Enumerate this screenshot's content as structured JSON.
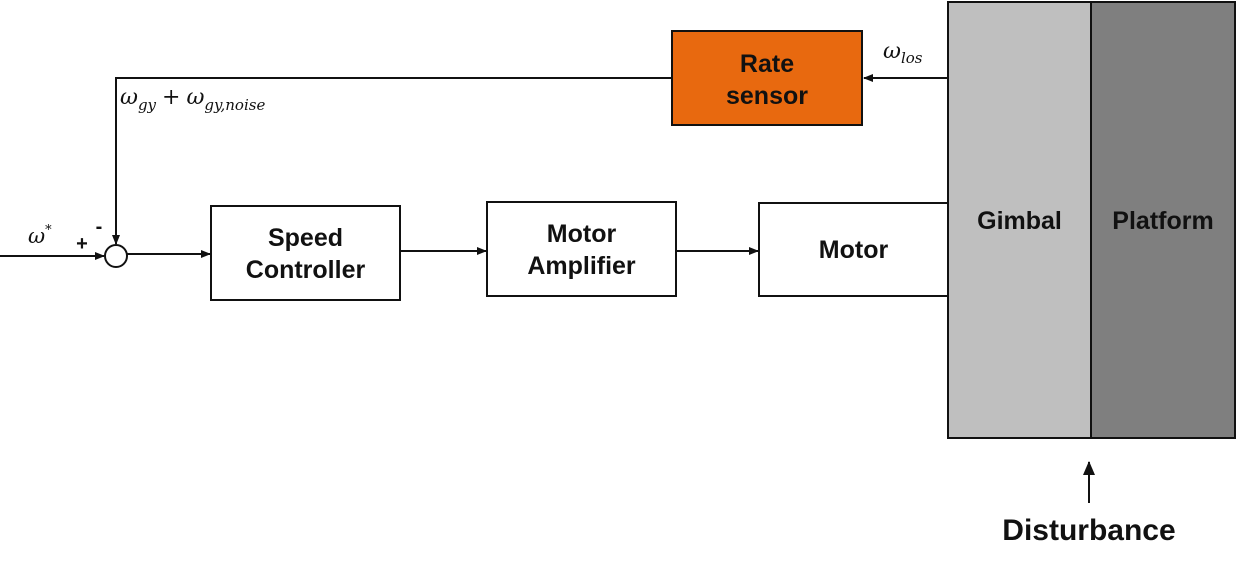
{
  "blocks": {
    "rate_sensor": {
      "line1": "Rate",
      "line2": "sensor",
      "fill": "#E8690F"
    },
    "speed_controller": {
      "line1": "Speed",
      "line2": "Controller"
    },
    "motor_amplifier": {
      "line1": "Motor",
      "line2": "Amplifier"
    },
    "motor": {
      "label": "Motor"
    },
    "gimbal": {
      "label": "Gimbal",
      "fill": "#BFBFBF"
    },
    "platform": {
      "label": "Platform",
      "fill": "#7F7F7F"
    }
  },
  "signals": {
    "reference": {
      "base": "ω",
      "sup": "*"
    },
    "los": {
      "base": "ω",
      "sub": "los"
    },
    "feedback": {
      "base1": "ω",
      "sub1": "gy",
      "op": "+",
      "base2": "ω",
      "sub2": "gy,noise"
    }
  },
  "summing_junction": {
    "plus": "+",
    "minus": "-"
  },
  "disturbance": {
    "label": "Disturbance"
  }
}
